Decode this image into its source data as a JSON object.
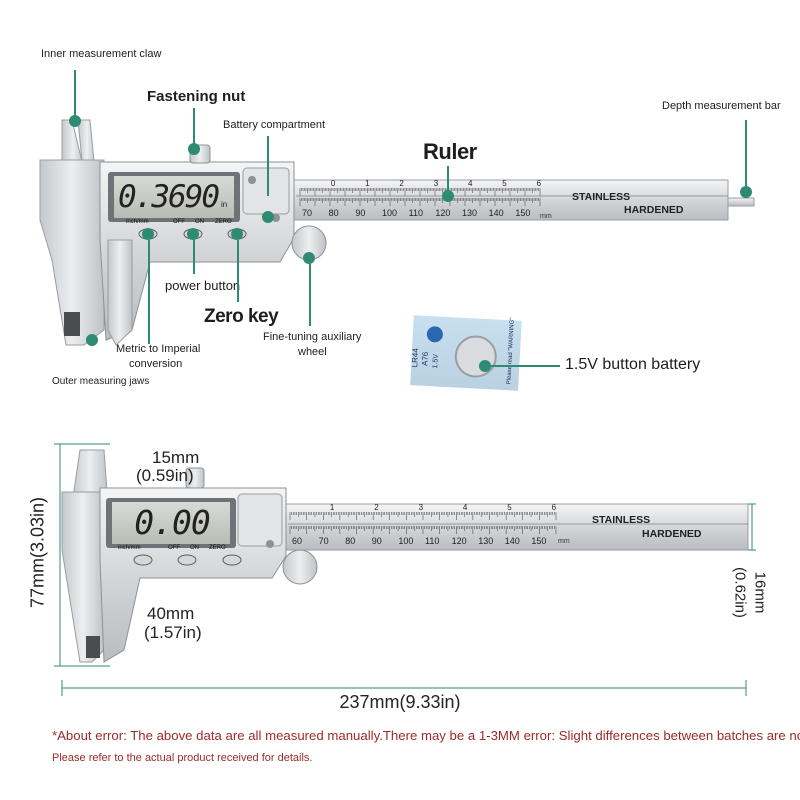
{
  "top_labels": {
    "inner_claw": "Inner measurement claw",
    "fastening_nut": "Fastening nut",
    "battery_compartment": "Battery compartment",
    "ruler": "Ruler",
    "depth_bar": "Depth measurement bar",
    "power_button": "power button",
    "zero_key": "Zero key",
    "fine_tuning_line1": "Fine-tuning auxiliary",
    "fine_tuning_line2": "wheel",
    "metric_line1": "Metric to Imperial",
    "metric_line2": "conversion",
    "outer_jaws": "Outer measuring jaws",
    "battery_label": "1.5V button battery"
  },
  "caliper_top": {
    "display": "0.3690",
    "unit": "in",
    "btn_labels": [
      "inch/mm",
      "OFF",
      "ON",
      "ZERO"
    ],
    "stainless": "STAINLESS",
    "hardened": "HARDENED",
    "mm": "mm",
    "scale_main": [
      "0",
      "1",
      "2",
      "3",
      "4",
      "5",
      "6"
    ],
    "scale_lower": [
      "70",
      "80",
      "90",
      "100",
      "110",
      "120",
      "130",
      "140",
      "150"
    ]
  },
  "caliper_bottom": {
    "display": "0.00",
    "btn_labels": [
      "inch/mm",
      "OFF",
      "ON",
      "ZERO"
    ],
    "stainless": "STAINLESS",
    "hardened": "HARDENED",
    "mm": "mm",
    "scale_main": [
      "1",
      "2",
      "3",
      "4",
      "5",
      "6"
    ],
    "scale_lower": [
      "60",
      "70",
      "80",
      "90",
      "100",
      "110",
      "120",
      "130",
      "140",
      "150"
    ]
  },
  "battery_pack": {
    "lr44": "LR44",
    "a76": "A76",
    "v15": "1.5V",
    "warning": "Please read \"WARNING\""
  },
  "dimensions": {
    "d15": "15mm",
    "d15_in": "(0.59in)",
    "d40": "40mm",
    "d40_in": "(1.57in)",
    "height": "77mm(3.03in)",
    "width": "16mm",
    "width_in": "(0.62in)",
    "length": "237mm(9.33in)"
  },
  "notes": {
    "line1": "*About error: The above data are all measured manually.There may be a 1-3MM error: Slight differences between batches are normal",
    "line2": "Please refer to the actual product received for details."
  },
  "colors": {
    "accent": "#2e8a72",
    "note": "#9e2a2a",
    "steel": "#d7d9dc",
    "lcd": "#c9ccc6"
  }
}
